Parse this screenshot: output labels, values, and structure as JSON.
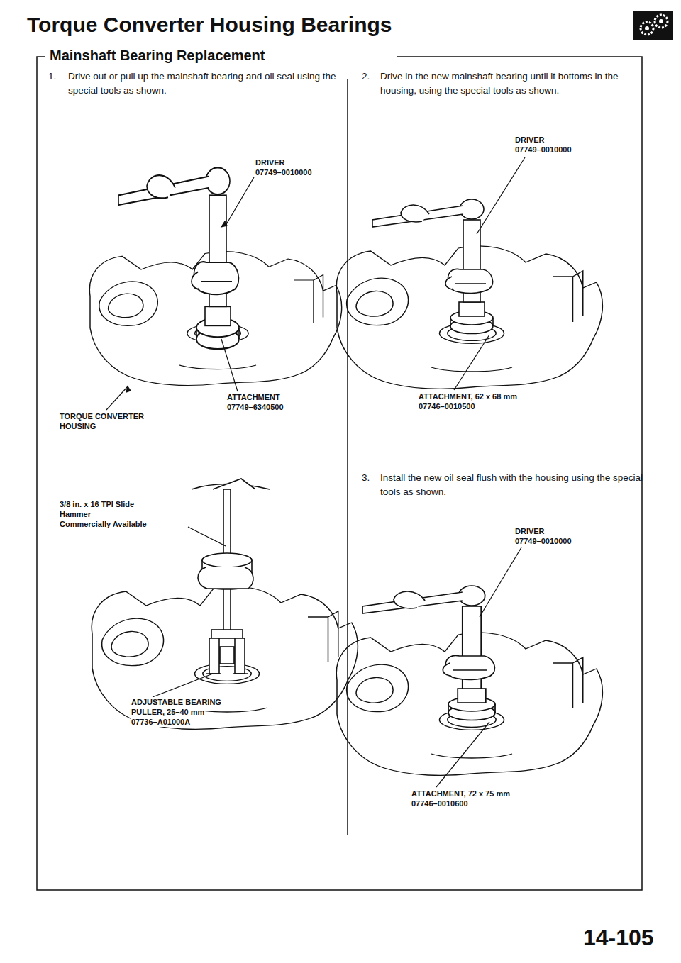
{
  "diagram": {
    "title": "Torque Converter Housing Bearings",
    "labels": [
      "Mainshaft Bearing Replacement",
      "1.",
      "Drive out or pull up the mainshaft bearing and oil seal using the special tools as shown.",
      "DRIVER",
      "07749–0010000",
      "ATTACHMENT",
      "07749–6340500",
      "TORQUE CONVERTER HOUSING",
      "3/8 in. x 16 TPI Slide",
      "Hammer",
      "Commercially Available",
      "ADJUSTABLE BEARING",
      "PULLER, 25–40 mm",
      "07736–A01000A",
      "2.",
      "Drive in the new mainshaft bearing until it bottoms in the housing, using the special tools as shown.",
      "DRIVER",
      "07749–0010000",
      "ATTACHMENT, 62 x 68 mm",
      "07746–0010500",
      "3.",
      "Install the new oil seal flush with the housing using the special tools as shown.",
      "DRIVER",
      "07749–0010000",
      "ATTACHMENT, 72 x 75 mm",
      "07746–0010600",
      "14-105"
    ]
  }
}
